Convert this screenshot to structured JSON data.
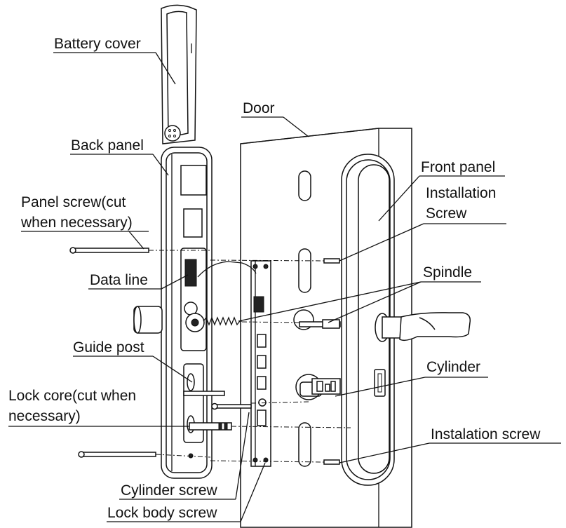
{
  "labels": {
    "battery_cover": "Battery cover",
    "back_panel": "Back panel",
    "panel_screw_1": "Panel screw(cut",
    "panel_screw_2": "when necessary)",
    "data_line": "Data line",
    "guide_post": "Guide post",
    "lock_core_1": "Lock core(cut when",
    "lock_core_2": "necessary)",
    "cylinder_screw": "Cylinder screw",
    "lock_body_screw": "Lock body screw",
    "door": "Door",
    "front_panel": "Front panel",
    "installation_screw_1": "Installation",
    "installation_screw_2": "Screw",
    "spindle": "Spindle",
    "cylinder": "Cylinder",
    "instalation_screw": "Instalation screw"
  }
}
